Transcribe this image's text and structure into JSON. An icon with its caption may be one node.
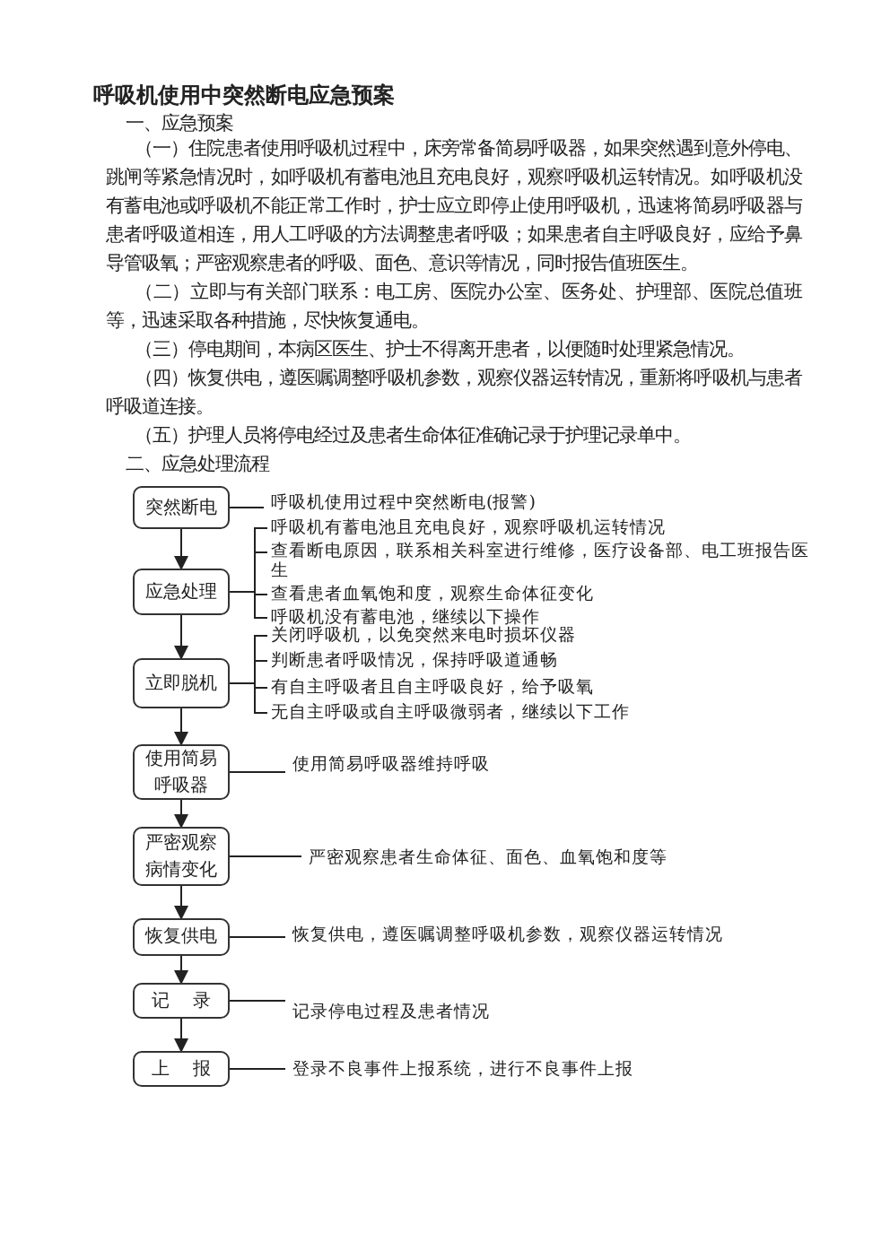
{
  "diagram": {
    "title": "呼吸机使用中突然断电应急预案",
    "nodes": [
      {
        "text": [
          "突然断电"
        ]
      },
      {
        "text": [
          "呼吸机使用过程中突然断电(报警)"
        ]
      },
      {
        "text": [
          "应急处理"
        ]
      },
      {
        "text": [
          "呼吸机有蓄电池且充电良好，观察呼吸机运转情况"
        ]
      },
      {
        "text": [
          "查看断电原因，联系相关科室进行维修，医疗设备部、电工班报告医生"
        ]
      },
      {
        "text": [
          "查看患者血氧饱和度，观察生命体征变化"
        ]
      },
      {
        "text": [
          "呼吸机没有蓄电池，继续以下操作"
        ]
      },
      {
        "text": [
          "立即脱机"
        ]
      },
      {
        "text": [
          "关闭呼吸机，以免突然来电时损坏仪器"
        ]
      },
      {
        "text": [
          "判断患者呼吸情况，保持呼吸道通畅"
        ]
      },
      {
        "text": [
          "有自主呼吸者且自主呼吸良好，给予吸氧"
        ]
      },
      {
        "text": [
          "无自主呼吸或自主呼吸微弱者，继续以下工作"
        ]
      },
      {
        "text": [
          "使用简易呼吸器"
        ]
      },
      {
        "text": [
          "使用简易呼吸器维持呼吸"
        ]
      },
      {
        "text": [
          "严密观察病情变化"
        ]
      },
      {
        "text": [
          "严密观察患者生命体征、面色、血氧饱和度等"
        ]
      },
      {
        "text": [
          "恢复供电"
        ]
      },
      {
        "text": [
          "恢复供电，遵医嘱调整呼吸机参数，观察仪器运转情况"
        ]
      },
      {
        "text": [
          "记 录"
        ]
      },
      {
        "text": [
          "记录停电过程及患者情况"
        ]
      },
      {
        "text": [
          "上 报"
        ]
      },
      {
        "text": [
          "登录不良事件上报系统，进行不良事件上报"
        ]
      }
    ],
    "edges": [
      {
        "from": 0,
        "to": 2,
        "arrow": "to"
      },
      {
        "from": 2,
        "to": 7,
        "arrow": "to"
      },
      {
        "from": 7,
        "to": 12,
        "arrow": "to"
      },
      {
        "from": 12,
        "to": 14,
        "arrow": "to"
      },
      {
        "from": 14,
        "to": 16,
        "arrow": "to"
      },
      {
        "from": 16,
        "to": 18,
        "arrow": "to"
      },
      {
        "from": 18,
        "to": 20,
        "arrow": "to"
      },
      {
        "from": 0,
        "to": 1,
        "arrow": "none"
      },
      {
        "from": 2,
        "to": 3,
        "arrow": "none"
      },
      {
        "from": 2,
        "to": 4,
        "arrow": "none"
      },
      {
        "from": 2,
        "to": 5,
        "arrow": "none"
      },
      {
        "from": 2,
        "to": 6,
        "arrow": "none"
      },
      {
        "from": 7,
        "to": 8,
        "arrow": "none"
      },
      {
        "from": 7,
        "to": 9,
        "arrow": "none"
      },
      {
        "from": 7,
        "to": 10,
        "arrow": "none"
      },
      {
        "from": 7,
        "to": 11,
        "arrow": "none"
      },
      {
        "from": 12,
        "to": 13,
        "arrow": "none"
      },
      {
        "from": 14,
        "to": 15,
        "arrow": "none"
      },
      {
        "from": 16,
        "to": 17,
        "arrow": "none"
      },
      {
        "from": 18,
        "to": 19,
        "arrow": "none"
      },
      {
        "from": 20,
        "to": 21,
        "arrow": "none"
      }
    ],
    "labels": [
      "一、应急预案",
      "（一）住院患者使用呼吸机过程中，床旁常备简易呼吸器，如果突然遇到意外停电、跳闸等紧急情况时，如呼吸机有蓄电池且充电良好，观察呼吸机运转情况。如呼吸机没有蓄电池或呼吸机不能正常工作时，护士应立即停止使用呼吸机，迅速将简易呼吸器与患者呼吸道相连，用人工呼吸的方法调整患者呼吸；如果患者自主呼吸良好，应给予鼻导管吸氧；严密观察患者的呼吸、面色、意识等情况，同时报告值班医生。",
      "（二）立即与有关部门联系：电工房、医院办公室、医务处、护理部、医院总值班等，迅速采取各种措施，尽快恢复通电。",
      "（三）停电期间，本病区医生、护士不得离开患者，以便随时处理紧急情况。",
      "（四）恢复供电，遵医嘱调整呼吸机参数，观察仪器运转情况，重新将呼吸机与患者呼吸道连接。",
      "（五）护理人员将停电经过及患者生命体征准确记录于护理记录单中。",
      "二、应急处理流程"
    ]
  }
}
